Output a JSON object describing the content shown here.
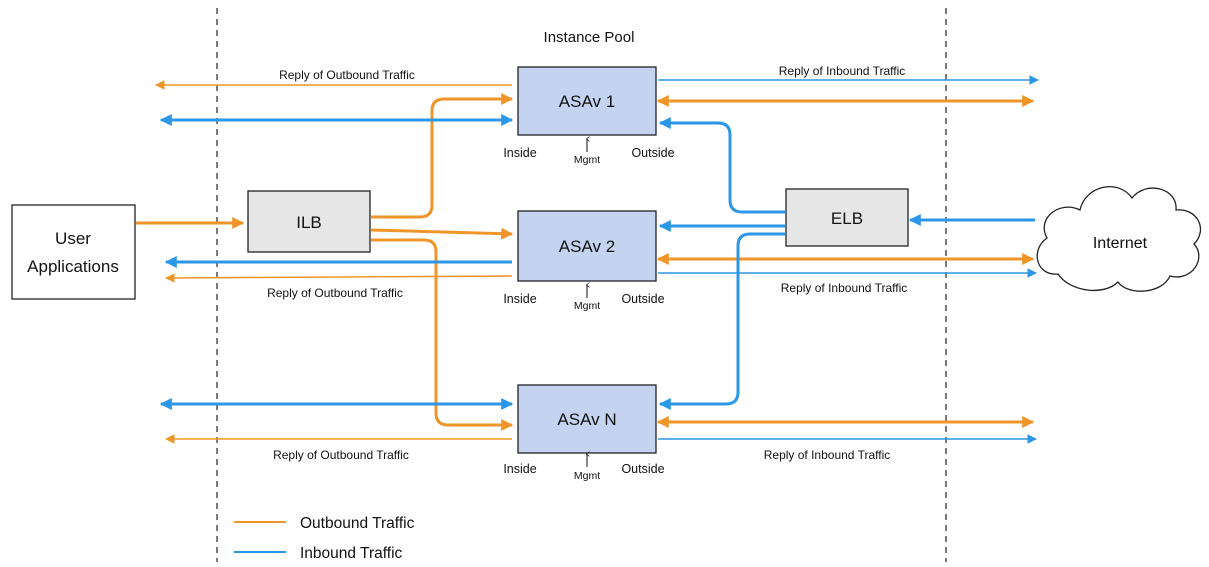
{
  "title": "Instance Pool",
  "nodes": {
    "user_apps": [
      "User",
      "Applications"
    ],
    "ilb": "ILB",
    "elb": "ELB",
    "asav1": "ASAv 1",
    "asav2": "ASAv  2",
    "asavn": "ASAv  N",
    "internet": "Internet"
  },
  "ports": {
    "inside": "Inside",
    "outside": "Outside",
    "mgmt": "Mgmt"
  },
  "flow_labels": {
    "reply_outbound": "Reply of Outbound Traffic",
    "reply_inbound": "Reply of Inbound Traffic"
  },
  "legend": {
    "outbound": "Outbound Traffic",
    "inbound": "Inbound Traffic"
  },
  "colors": {
    "outbound": "#f0952a",
    "inbound": "#2b97e6",
    "asav_fill": "#c4d4f0",
    "lb_fill": "#e6e6e6"
  }
}
